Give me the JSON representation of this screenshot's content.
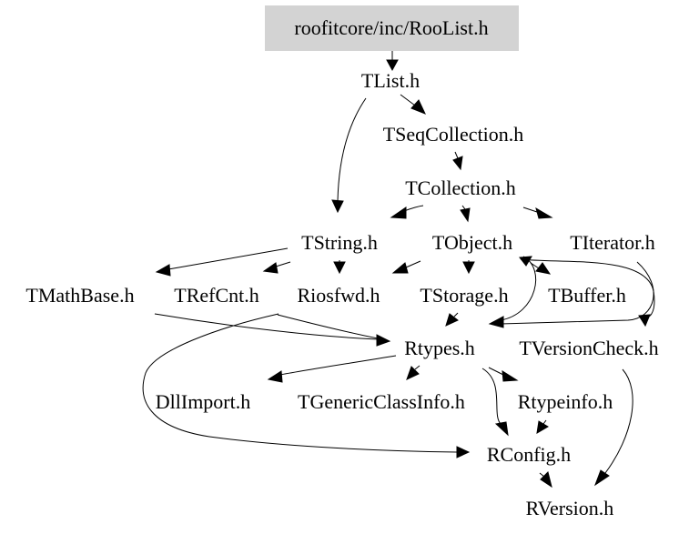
{
  "graph": {
    "colors": {
      "root_fill": "#d3d3d3",
      "text": "#000000",
      "edge": "#000000",
      "background": "#ffffff"
    },
    "nodes": {
      "root": "roofitcore/inc/RooList.h",
      "tlist": "TList.h",
      "tseqcollection": "TSeqCollection.h",
      "tcollection": "TCollection.h",
      "tstring": "TString.h",
      "tobject": "TObject.h",
      "titerator": "TIterator.h",
      "tmathbase": "TMathBase.h",
      "trefcnt": "TRefCnt.h",
      "riosfwd": "Riosfwd.h",
      "tstorage": "TStorage.h",
      "tbuffer": "TBuffer.h",
      "rtypes": "Rtypes.h",
      "tversioncheck": "TVersionCheck.h",
      "dllimport": "DllImport.h",
      "tgenericclassinfo": "TGenericClassInfo.h",
      "rtypeinfo": "Rtypeinfo.h",
      "rconfig": "RConfig.h",
      "rversion": "RVersion.h"
    },
    "edges": [
      [
        "root",
        "tlist"
      ],
      [
        "tlist",
        "tseqcollection"
      ],
      [
        "tlist",
        "tstring"
      ],
      [
        "tseqcollection",
        "tcollection"
      ],
      [
        "tcollection",
        "tstring"
      ],
      [
        "tcollection",
        "tobject"
      ],
      [
        "tcollection",
        "titerator"
      ],
      [
        "tstring",
        "tmathbase"
      ],
      [
        "tstring",
        "trefcnt"
      ],
      [
        "tstring",
        "riosfwd"
      ],
      [
        "tobject",
        "riosfwd"
      ],
      [
        "tobject",
        "tstorage"
      ],
      [
        "tobject",
        "tbuffer"
      ],
      [
        "tobject",
        "rtypes"
      ],
      [
        "tobject",
        "tversioncheck"
      ],
      [
        "tbuffer",
        "tobject"
      ],
      [
        "tmathbase",
        "rtypes"
      ],
      [
        "riosfwd",
        "rconfig"
      ],
      [
        "tstorage",
        "rtypes"
      ],
      [
        "titerator",
        "rtypes"
      ],
      [
        "rtypes",
        "dllimport"
      ],
      [
        "rtypes",
        "tgenericclassinfo"
      ],
      [
        "rtypes",
        "rtypeinfo"
      ],
      [
        "rtypes",
        "rconfig"
      ],
      [
        "tversioncheck",
        "rversion"
      ],
      [
        "rconfig",
        "rversion"
      ],
      [
        "riosfwd",
        "rtypes"
      ]
    ]
  }
}
